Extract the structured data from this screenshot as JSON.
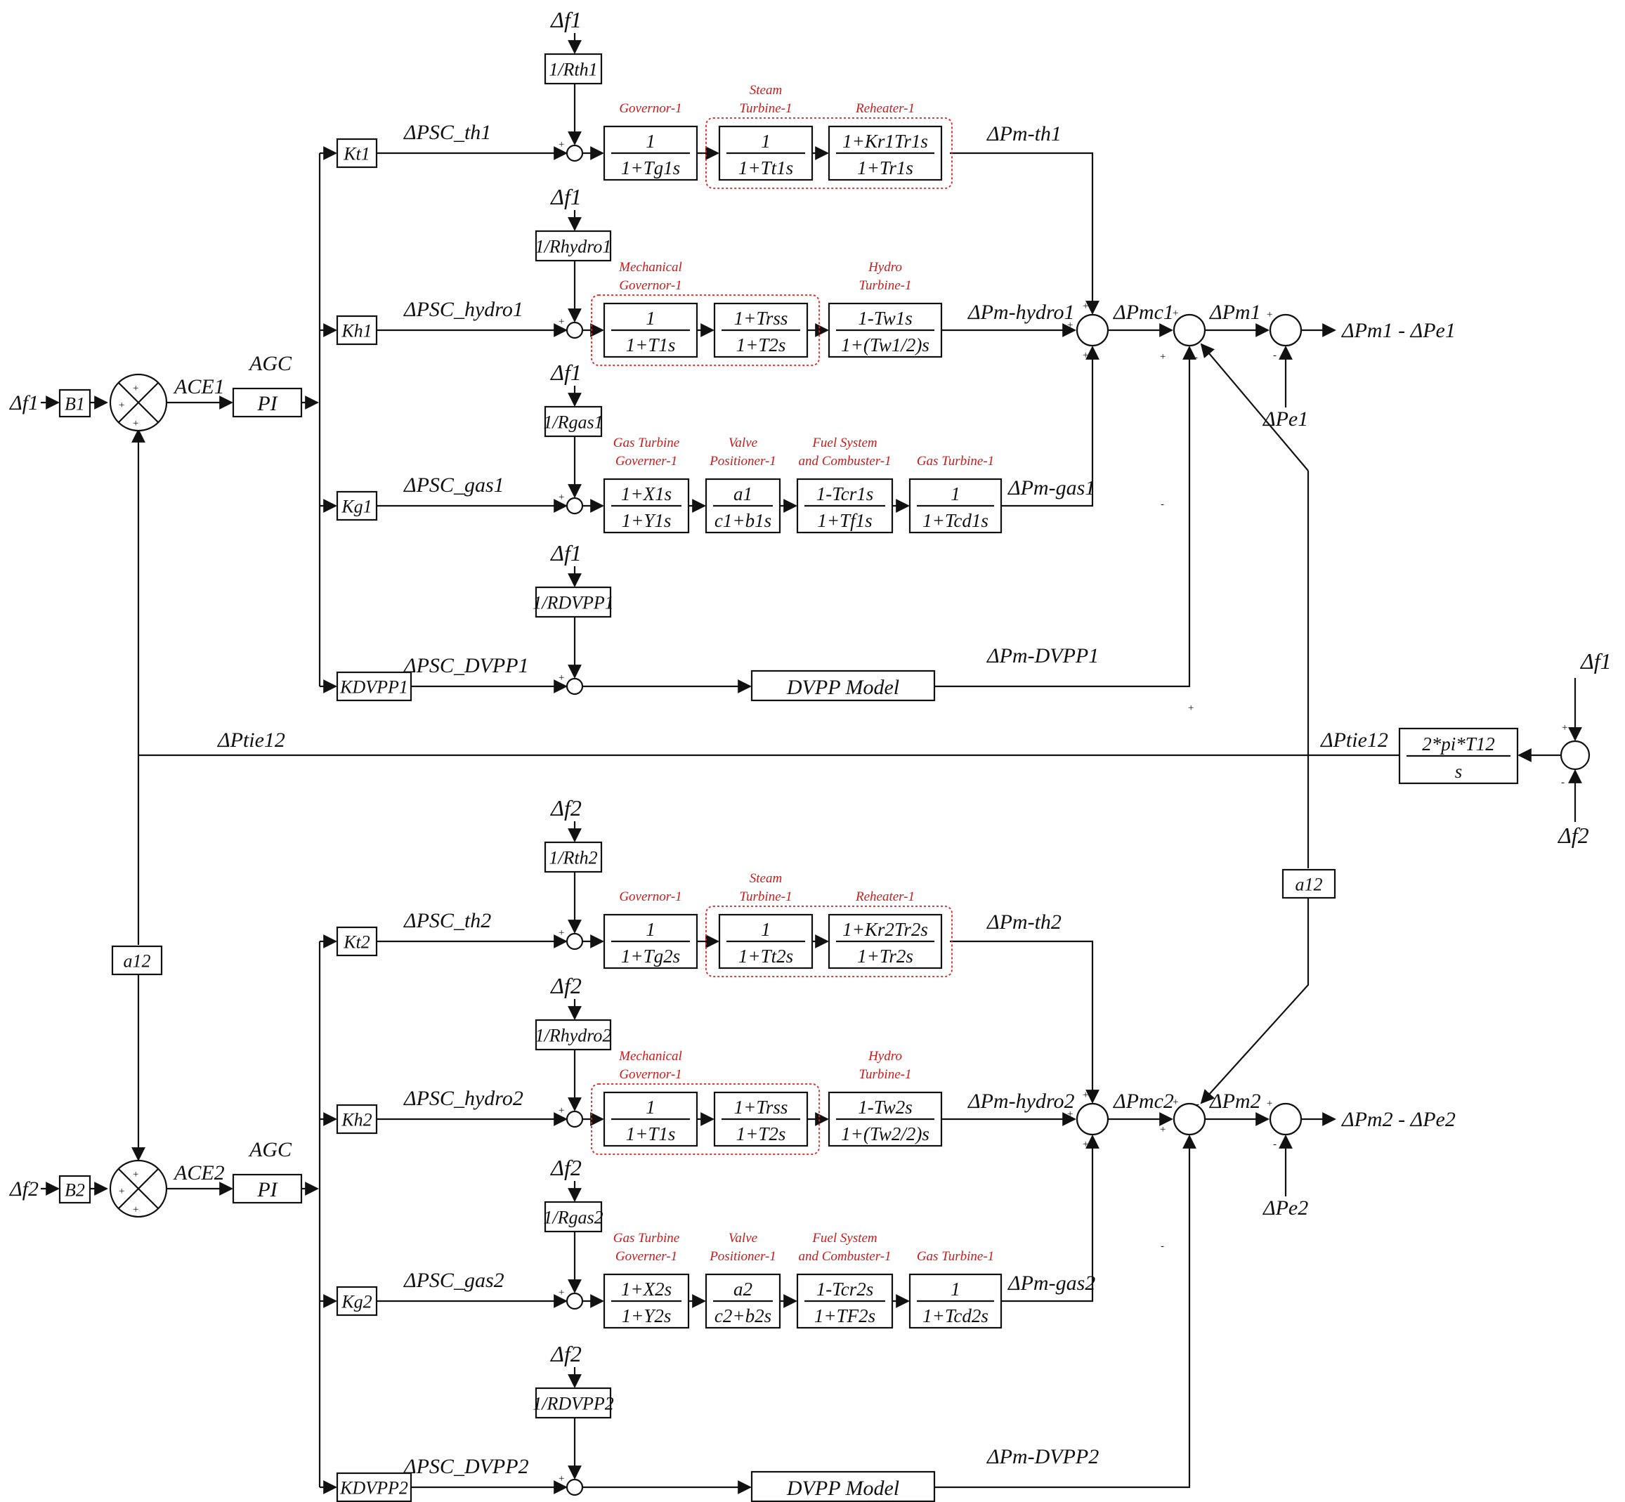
{
  "area1": {
    "df": "Δf1",
    "B": "B1",
    "ace": "ACE1",
    "agc": "AGC",
    "pi": "PI",
    "branches": {
      "th": {
        "K": "Kt1",
        "psc": "ΔPSC_th1",
        "R": "1/Rth1",
        "pm": "ΔPm-th1",
        "blocks": [
          {
            "title": "Governor-1",
            "num": "1",
            "den": "1+Tg1s"
          },
          {
            "title": "Steam Turbine-1",
            "num": "1",
            "den": "1+Tt1s"
          },
          {
            "title": "Reheater-1",
            "num": "1+Kr1Tr1s",
            "den": "1+Tr1s"
          }
        ]
      },
      "hydro": {
        "K": "Kh1",
        "psc": "ΔPSC_hydro1",
        "R": "1/Rhydro1",
        "pm": "ΔPm-hydro1",
        "blocks": [
          {
            "title": "Mechanical Governor-1",
            "num": "1",
            "den": "1+T1s"
          },
          {
            "title": "",
            "num": "1+Trss",
            "den": "1+T2s"
          },
          {
            "title": "Hydro Turbine-1",
            "num": "1-Tw1s",
            "den": "1+(Tw1/2)s"
          }
        ]
      },
      "gas": {
        "K": "Kg1",
        "psc": "ΔPSC_gas1",
        "R": "1/Rgas1",
        "pm": "ΔPm-gas1",
        "blocks": [
          {
            "title": "Gas Turbine Governer-1",
            "num": "1+X1s",
            "den": "1+Y1s"
          },
          {
            "title": "Valve Positioner-1",
            "num": "a1",
            "den": "c1+b1s"
          },
          {
            "title": "Fuel System and Combuster-1",
            "num": "1-Tcr1s",
            "den": "1+Tf1s"
          },
          {
            "title": "Gas Turbine-1",
            "num": "1",
            "den": "1+Tcd1s"
          }
        ]
      },
      "dvpp": {
        "K": "KDVPP1",
        "psc": "ΔPSC_DVPP1",
        "R": "1/RDVPP1",
        "pm": "ΔPm-DVPP1",
        "model": "DVPP Model"
      }
    },
    "pmc": "ΔPmc1",
    "pm": "ΔPm1",
    "pe": "ΔPe1",
    "out": "ΔPm1 - ΔPe1"
  },
  "area2": {
    "df": "Δf2",
    "B": "B2",
    "ace": "ACE2",
    "agc": "AGC",
    "pi": "PI",
    "branches": {
      "th": {
        "K": "Kt2",
        "psc": "ΔPSC_th2",
        "R": "1/Rth2",
        "pm": "ΔPm-th2",
        "blocks": [
          {
            "title": "Governor-1",
            "num": "1",
            "den": "1+Tg2s"
          },
          {
            "title": "Steam Turbine-1",
            "num": "1",
            "den": "1+Tt2s"
          },
          {
            "title": "Reheater-1",
            "num": "1+Kr2Tr2s",
            "den": "1+Tr2s"
          }
        ]
      },
      "hydro": {
        "K": "Kh2",
        "psc": "ΔPSC_hydro2",
        "R": "1/Rhydro2",
        "pm": "ΔPm-hydro2",
        "blocks": [
          {
            "title": "Mechanical Governor-1",
            "num": "1",
            "den": "1+T1s"
          },
          {
            "title": "",
            "num": "1+Trss",
            "den": "1+T2s"
          },
          {
            "title": "Hydro Turbine-1",
            "num": "1-Tw2s",
            "den": "1+(Tw2/2)s"
          }
        ]
      },
      "gas": {
        "K": "Kg2",
        "psc": "ΔPSC_gas2",
        "R": "1/Rgas2",
        "pm": "ΔPm-gas2",
        "blocks": [
          {
            "title": "Gas Turbine Governer-1",
            "num": "1+X2s",
            "den": "1+Y2s"
          },
          {
            "title": "Valve Positioner-1",
            "num": "a2",
            "den": "c2+b2s"
          },
          {
            "title": "Fuel System and Combuster-1",
            "num": "1-Tcr2s",
            "den": "1+TF2s"
          },
          {
            "title": "Gas Turbine-1",
            "num": "1",
            "den": "1+Tcd2s"
          }
        ]
      },
      "dvpp": {
        "K": "KDVPP2",
        "psc": "ΔPSC_DVPP2",
        "R": "1/RDVPP2",
        "pm": "ΔPm-DVPP2",
        "model": "DVPP Model"
      }
    },
    "pmc": "ΔPmc2",
    "pm": "ΔPm2",
    "pe": "ΔPe2",
    "out": "ΔPm2 - ΔPe2"
  },
  "tie": {
    "label_left": "ΔPtie12",
    "label_right": "ΔPtie12",
    "num": "2*pi*T12",
    "den": "s",
    "f1": "Δf1",
    "f2": "Δf2",
    "a12_left": "a12",
    "a12_right": "a12"
  },
  "signs": {
    "plus": "+",
    "minus": "-"
  }
}
